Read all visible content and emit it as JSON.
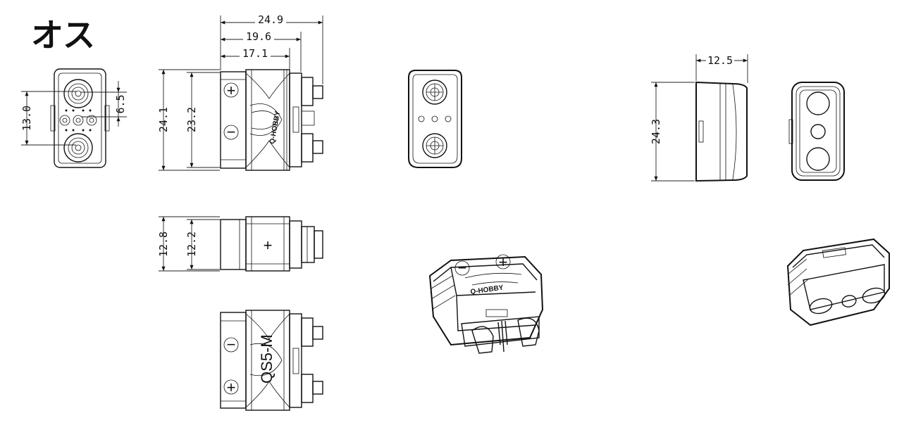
{
  "title": "オス",
  "colors": {
    "line": "#111111",
    "background": "#ffffff"
  },
  "dimensions": {
    "overall_length": "24.9",
    "body_length": "19.6",
    "housing_length": "17.1",
    "front_pin_spacing": "6.5",
    "front_height": "13.0",
    "side_height_outer": "24.1",
    "side_height_inner": "23.2",
    "top_width_outer": "12.8",
    "top_width_inner": "12.2",
    "cover_length": "12.5",
    "cover_height": "24.3"
  },
  "labels": {
    "brand": "Q-HOBBY",
    "model": "QS5-M",
    "plus": "+",
    "minus": "−"
  }
}
